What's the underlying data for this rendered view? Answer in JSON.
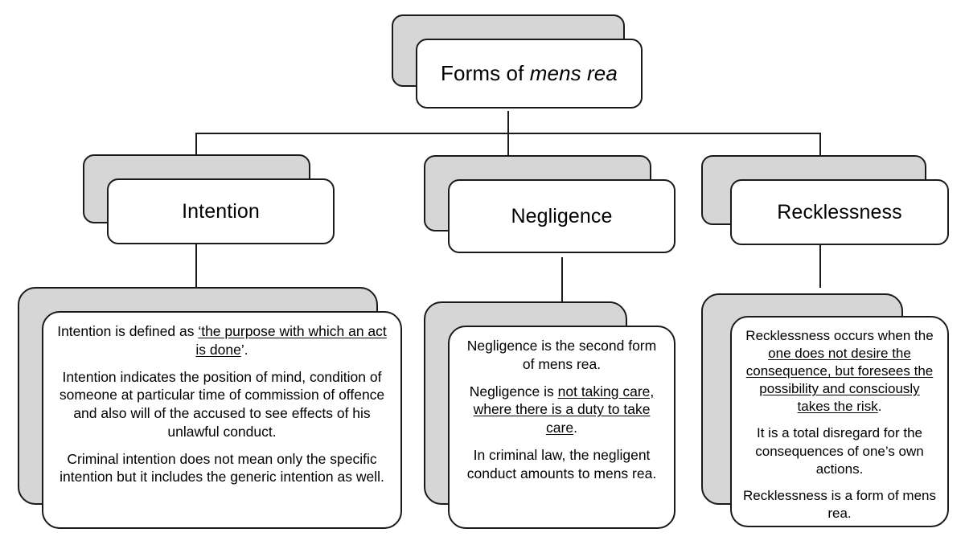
{
  "diagram": {
    "title": "Forms of mens rea",
    "root": {
      "label_plain": "Forms of ",
      "label_italic": "mens rea"
    },
    "branches": [
      {
        "id": "intention",
        "label": "Intention",
        "details": [
          {
            "segments": [
              {
                "text": "Intention is defined as ",
                "underline": false
              },
              {
                "text": "‘the purpose with which an act is done",
                "underline": true
              },
              {
                "text": "’.",
                "underline": false
              }
            ],
            "plain": "Intention is defined as ‘the purpose with which an act is done’."
          },
          {
            "segments": [
              {
                "text": "Intention indicates the position of mind, condition of someone at particular time of commission of offence and also will of the accused to see effects of his unlawful conduct.",
                "underline": false
              }
            ],
            "plain": "Intention indicates the position of mind, condition of someone at particular time of commission of offence and also will of the accused to see effects of his unlawful conduct."
          },
          {
            "segments": [
              {
                "text": "Criminal intention does not mean only the specific intention but it includes the generic intention as well.",
                "underline": false
              }
            ],
            "plain": "Criminal intention does not mean only the specific intention but it includes the generic intention as well."
          }
        ]
      },
      {
        "id": "negligence",
        "label": "Negligence",
        "details": [
          {
            "segments": [
              {
                "text": "Negligence is the second form of mens rea.",
                "underline": false
              }
            ],
            "plain": "Negligence is the second form of mens rea."
          },
          {
            "segments": [
              {
                "text": "Negligence is ",
                "underline": false
              },
              {
                "text": "not taking care, where there is a duty to take care",
                "underline": true
              },
              {
                "text": ".",
                "underline": false
              }
            ],
            "plain": "Negligence is not taking care, where there is a duty to take care."
          },
          {
            "segments": [
              {
                "text": "In criminal law, the negligent conduct amounts to mens rea.",
                "underline": false
              }
            ],
            "plain": "In criminal law, the negligent conduct amounts to mens rea."
          }
        ]
      },
      {
        "id": "recklessness",
        "label": "Recklessness",
        "details": [
          {
            "segments": [
              {
                "text": "Recklessness  occurs when the ",
                "underline": false
              },
              {
                "text": "one does not desire the consequence, but foresees the possibility and consciously takes the risk",
                "underline": true
              },
              {
                "text": ".",
                "underline": false
              }
            ],
            "plain": "Recklessness occurs when the one does not desire the consequence, but foresees the possibility and consciously takes the risk."
          },
          {
            "segments": [
              {
                "text": "It is a total disregard for the consequences of one’s own actions.",
                "underline": false
              }
            ],
            "plain": "It is a total disregard for the consequences of one’s own actions."
          },
          {
            "segments": [
              {
                "text": "Recklessness  is a form of mens rea.",
                "underline": false
              }
            ],
            "plain": "Recklessness is a form of mens rea."
          }
        ]
      }
    ],
    "colors": {
      "shadow": "#d6d6d6",
      "outline": "#1a1a1a",
      "card": "#ffffff",
      "background": "#ffffff",
      "text": "#000000"
    }
  }
}
